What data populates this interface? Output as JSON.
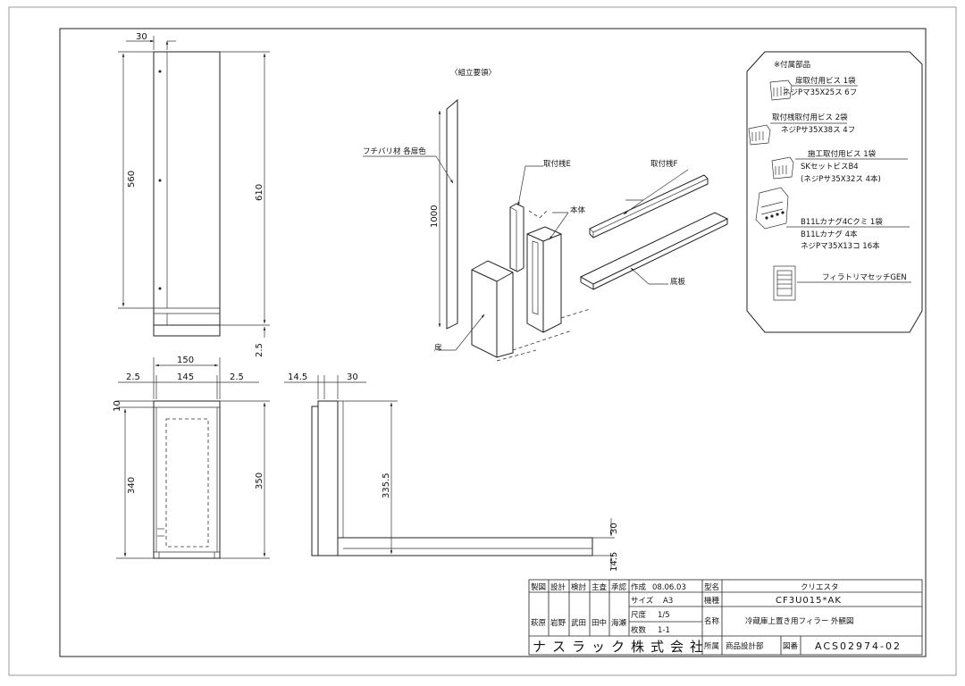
{
  "front_view": {
    "dims": {
      "top_width": "30",
      "inner_height": "560",
      "total_height": "610",
      "bottom": "2.5"
    }
  },
  "plan_view": {
    "dims": {
      "overall_width": "150",
      "inner_width": "145",
      "left_side": "2.5",
      "right_side": "2.5",
      "top": "10",
      "left_height": "340",
      "right_height": "350"
    }
  },
  "side_view": {
    "dims": {
      "left_offset": "14.5",
      "width": "30",
      "height": "335.5",
      "plate_thickness": "30",
      "bottom": "14.5"
    }
  },
  "assembly": {
    "heading": "〈組立要領〉",
    "labels": {
      "edge_trim": "フチバリ材 各扉色",
      "length": "1000",
      "bracket_e": "取付桟E",
      "bracket_f": "取付桟F",
      "body": "本体",
      "bottom_plate": "底板",
      "door": "扉"
    }
  },
  "accessories": {
    "heading": "※付属部品",
    "items": [
      {
        "name": "扉取付用ビス 1袋",
        "spec": "ネジPマ35X25ス 6フ"
      },
      {
        "name": "取付桟取付用ビス 2袋",
        "spec": "ネジPサ35X38ス 4フ"
      },
      {
        "name": "施工取付用ビス 1袋",
        "spec": "SKセットビスB4",
        "spec2": "(ネジPサ35X32ス 4本)"
      },
      {
        "name": "B11Lカナグ4Cクミ 1袋",
        "spec": "B11Lカナグ 4本",
        "spec2": "ネジPマ35X13コ 16本"
      },
      {
        "name": "フィラトリマセッチGEN"
      }
    ]
  },
  "title_block": {
    "headers": [
      "製図",
      "設計",
      "検討",
      "主査",
      "承認"
    ],
    "names": [
      "萩原",
      "岩野",
      "武田",
      "田中",
      "海瀬"
    ],
    "created_label": "作成",
    "created_date": "08.06.03",
    "size_label": "サイズ",
    "size_value": "A3",
    "scale_label": "尺度",
    "scale_value": "1/5",
    "sheets_label": "枚数",
    "sheets_value": "1-1",
    "model_label": "型名",
    "model_value": "クリエスタ",
    "type_label": "機種",
    "type_value": "CF3U015*AK",
    "name_label": "名称",
    "name_value": "冷蔵庫上置き用フィラー 外観図",
    "company": "ナスラック株式会社",
    "dept_label": "所属",
    "dept_value": "商品設計部",
    "drawing_no_label": "図番",
    "drawing_no_value": "ACS02974-02"
  }
}
